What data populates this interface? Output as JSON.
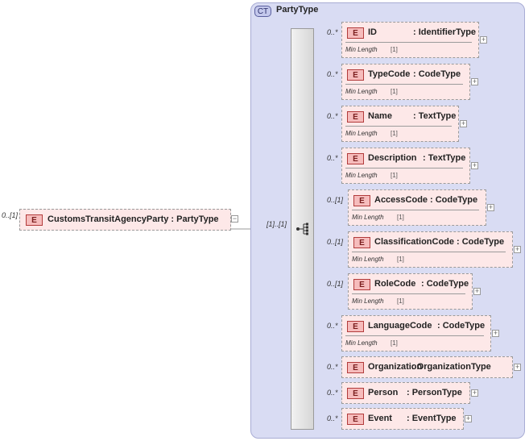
{
  "root": {
    "cardinality": "0..[1]",
    "name": "CustomsTransitAgencyParty : PartyType",
    "badge": "E",
    "expander": "−"
  },
  "sequence_cardinality": "[1]..[1]",
  "complex_type": {
    "badge": "CT",
    "name": "PartyType"
  },
  "facet_label": "Min Length",
  "facet_value": "[1]",
  "expander_symbol": "+",
  "children": [
    {
      "cardinality": "0..*",
      "name": "ID",
      "type": ": IdentifierType",
      "badge": "E",
      "min_length": true
    },
    {
      "cardinality": "0..*",
      "name": "TypeCode",
      "type": ": CodeType",
      "badge": "E",
      "min_length": true
    },
    {
      "cardinality": "0..*",
      "name": "Name",
      "type": ": TextType",
      "badge": "E",
      "min_length": true
    },
    {
      "cardinality": "0..*",
      "name": "Description",
      "type": ": TextType",
      "badge": "E",
      "min_length": true
    },
    {
      "cardinality": "0..[1]",
      "name": "AccessCode",
      "type": ": CodeType",
      "badge": "E",
      "min_length": true
    },
    {
      "cardinality": "0..[1]",
      "name": "ClassificationCode",
      "type": ": CodeType",
      "badge": "E",
      "min_length": true
    },
    {
      "cardinality": "0..[1]",
      "name": "RoleCode",
      "type": ": CodeType",
      "badge": "E",
      "min_length": true
    },
    {
      "cardinality": "0..*",
      "name": "LanguageCode",
      "type": ": CodeType",
      "badge": "E",
      "min_length": true
    },
    {
      "cardinality": "0..*",
      "name": "Organization",
      "type": ": OrganizationType",
      "badge": "E",
      "min_length": false
    },
    {
      "cardinality": "0..*",
      "name": "Person",
      "type": ": PersonType",
      "badge": "E",
      "min_length": false
    },
    {
      "cardinality": "0..*",
      "name": "Event",
      "type": ": EventType",
      "badge": "E",
      "min_length": false
    }
  ]
}
